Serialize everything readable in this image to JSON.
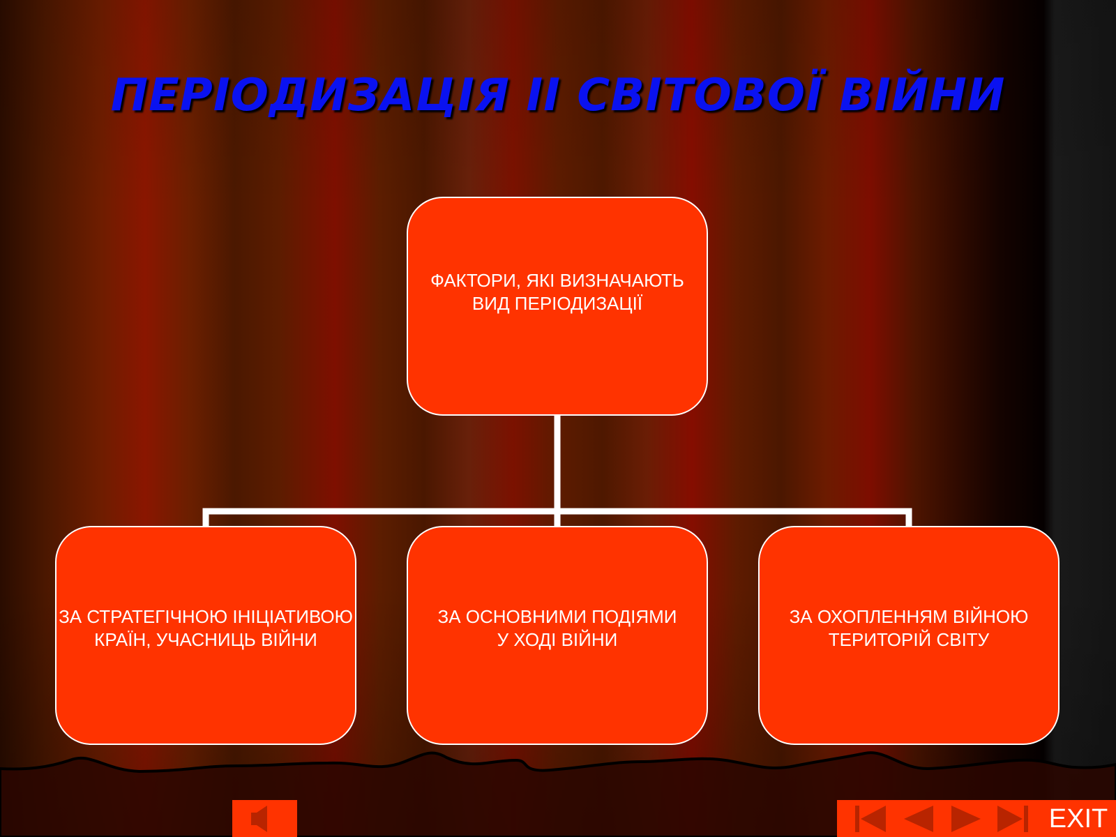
{
  "slide": {
    "title": "ПЕРІОДИЗАЦІЯ ІІ СВІТОВОЇ ВІЙНИ",
    "colors": {
      "title": "#0a12f0",
      "box_fill": "#ff3300",
      "box_border": "#ffffff",
      "connector": "#ffffff"
    }
  },
  "diagram": {
    "root": "ФАКТОРИ, ЯКІ ВИЗНАЧАЮТЬ\nВИД ПЕРІОДИЗАЦІЇ",
    "children": [
      "ЗА СТРАТЕГІЧНОЮ ІНІЦІАТИВОЮ\nКРАЇН, УЧАСНИЦЬ ВІЙНИ",
      "ЗА ОСНОВНИМИ ПОДІЯМИ\nУ ХОДІ ВІЙНИ",
      "ЗА ОХОПЛЕННЯМ ВІЙНОЮ\nТЕРИТОРІЙ СВІТУ"
    ]
  },
  "controls": {
    "sound_icon": "speaker-icon",
    "nav_icons": [
      "first-slide-icon",
      "previous-slide-icon",
      "next-slide-icon",
      "last-slide-icon"
    ],
    "exit_label": "EXIT"
  }
}
